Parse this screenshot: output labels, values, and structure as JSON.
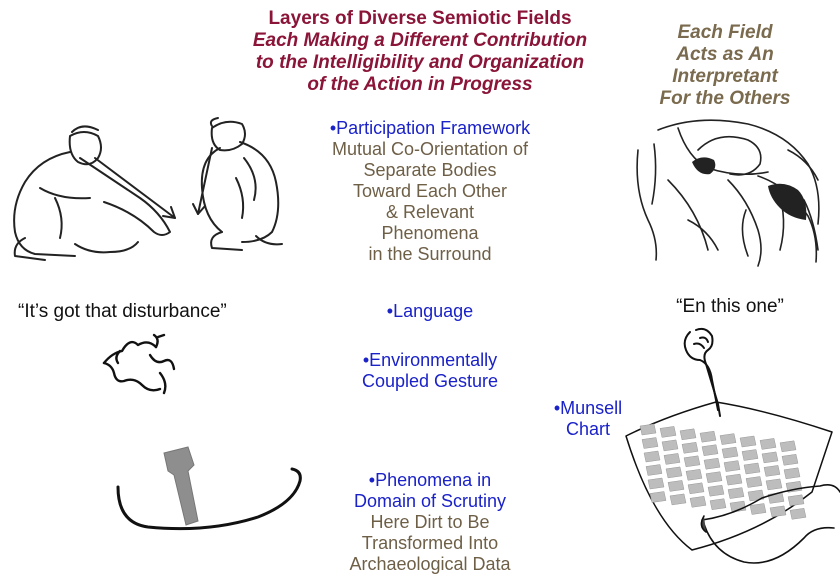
{
  "title": {
    "line1": "Layers of Diverse Semiotic Fields",
    "line2": "Each Making a Different Contribution",
    "line3": "to the Intelligibility and Organization",
    "line4": "of the Action in Progress"
  },
  "side_title": {
    "line1": "Each Field",
    "line2": "Acts as An",
    "line3": "Interpretant",
    "line4": "For the Others"
  },
  "fields": {
    "participation": {
      "heading": "•Participation Framework",
      "line1": "Mutual Co-Orientation of",
      "line2": "Separate Bodies",
      "line3": "Toward Each Other",
      "line4": "& Relevant",
      "line5": "Phenomena",
      "line6": "in the Surround"
    },
    "language": {
      "heading": "•Language"
    },
    "gesture": {
      "line1": "•Environmentally",
      "line2": "Coupled Gesture"
    },
    "munsell": {
      "line1": "•Munsell",
      "line2": "Chart"
    },
    "phenomena": {
      "line1": "•Phenomena in",
      "line2": "Domain of Scrutiny",
      "line3": "Here Dirt to Be",
      "line4": "Transformed Into",
      "line5": "Archaeological Data"
    }
  },
  "quotes": {
    "left": "“It’s got that disturbance”",
    "right": "“En this one”"
  },
  "colors": {
    "title": "#8a1538",
    "side_title": "#7a6a4e",
    "blue": "#1a22c8",
    "brown": "#6e5f47"
  }
}
